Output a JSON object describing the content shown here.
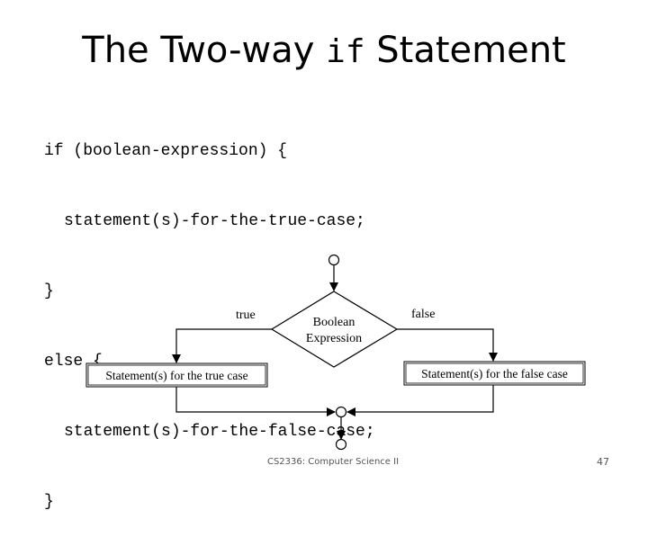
{
  "slide": {
    "title_prefix": "The Two-way ",
    "title_code": "if",
    "title_suffix": " Statement",
    "code_lines": [
      "if (boolean-expression) {",
      "statement(s)-for-the-true-case;",
      "}",
      "else {",
      "statement(s)-for-the-false-case;",
      "}"
    ],
    "footer": "CS2336: Computer Science II",
    "page_number": "47"
  },
  "diagram": {
    "decision_line1": "Boolean",
    "decision_line2": "Expression",
    "true_label": "true",
    "false_label": "false",
    "true_box": "Statement(s) for the true case",
    "false_box": "Statement(s) for the false case"
  }
}
